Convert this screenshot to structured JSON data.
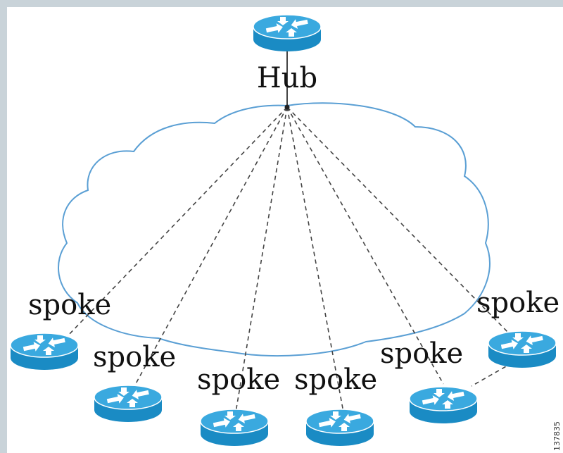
{
  "diagram": {
    "hub": {
      "label": "Hub",
      "icon": "router-icon"
    },
    "spokes": [
      {
        "label": "spoke",
        "icon": "router-icon"
      },
      {
        "label": "spoke",
        "icon": "router-icon"
      },
      {
        "label": "spoke",
        "icon": "router-icon"
      },
      {
        "label": "spoke",
        "icon": "router-icon"
      },
      {
        "label": "spoke",
        "icon": "router-icon"
      },
      {
        "label": "spoke",
        "icon": "router-icon"
      }
    ],
    "cloud": {
      "icon": "network-cloud-icon"
    },
    "figure_id": "137835"
  },
  "colors": {
    "router_top": "#2a9fd6",
    "router_side": "#1a8bc4",
    "cloud_stroke": "#5a9fd4",
    "link": "#444444",
    "frame": "#c9d3d9"
  }
}
